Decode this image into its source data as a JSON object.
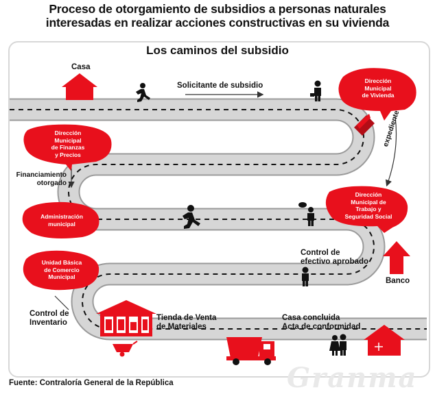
{
  "header": {
    "title_line1": "Proceso de otorgamiento de subsidios a personas naturales",
    "title_line2": "interesadas en realizar acciones constructivas en su vivienda"
  },
  "subtitle": "Los caminos del subsidio",
  "labels": {
    "casa": "Casa",
    "solicitante": "Solicitante de subsidio",
    "expediente": "expediente",
    "financiamiento": "Financiamiento\notorgado",
    "control_efectivo": "Control de\nefectivo aprobado",
    "banco": "Banco",
    "control_inventario": "Control de\nInventario",
    "tienda": "Tienda de Venta\nde Materiales",
    "casa_concluida": "Casa concluida\nActa de conformidad"
  },
  "blobs": {
    "vivienda": "Dirección\nMunicipal\nde Vivienda",
    "finanzas": "Dirección\nMunicipal\nde Finanzas\ny Precios",
    "administracion": "Administración\nmunicipal",
    "trabajo": "Dirección\nMunicipal de\nTrabajo y\nSeguridad Social",
    "comercio": "Unidad Básica\nde Comercio\nMunicipal"
  },
  "source": "Fuente: Contraloría General de la República",
  "watermark": "Granma",
  "colors": {
    "accent": "#e8101c",
    "road": "#d3d3d3",
    "road_edge": "#9a9a9a"
  }
}
